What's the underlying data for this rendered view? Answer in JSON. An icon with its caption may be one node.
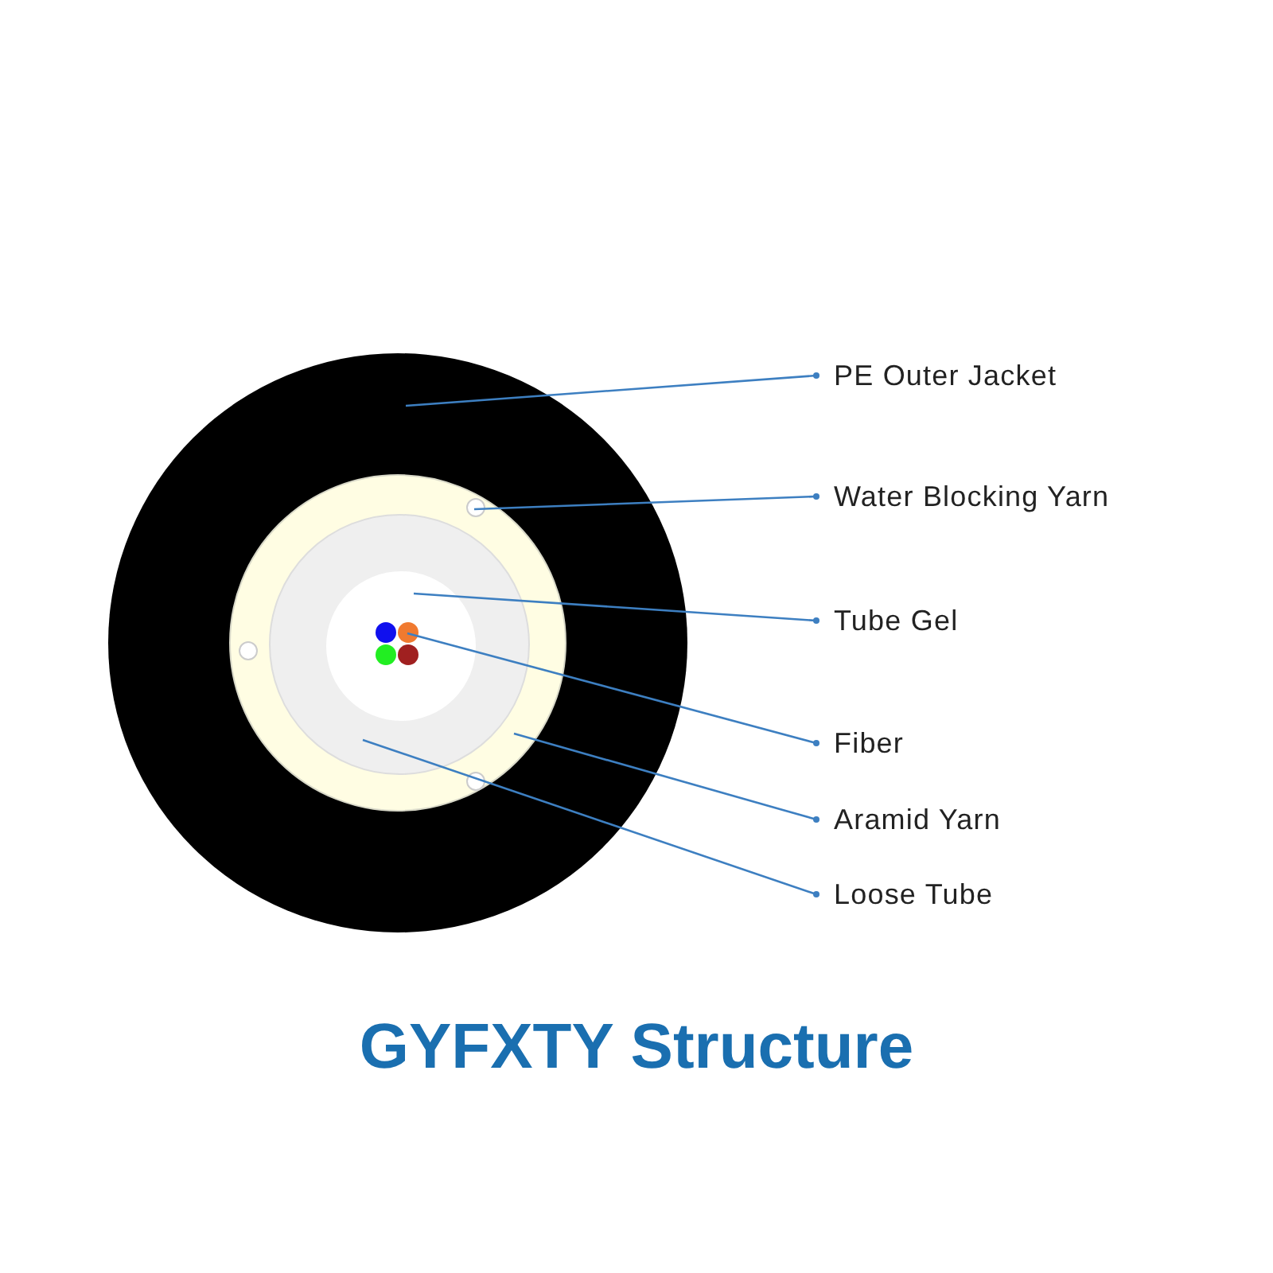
{
  "diagram": {
    "title": "GYFXTY Structure",
    "nodes": [
      {
        "text": [
          "PE Outer Jacket"
        ]
      },
      {
        "text": [
          "Water Blocking Yarn"
        ]
      },
      {
        "text": [
          "Tube Gel"
        ]
      },
      {
        "text": [
          "Fiber"
        ]
      },
      {
        "text": [
          "Aramid Yarn"
        ]
      },
      {
        "text": [
          "Loose Tube"
        ]
      },
      {
        "text": [],
        "shape": "circle"
      },
      {
        "text": [],
        "shape": "circle",
        "in": 6
      },
      {
        "text": [],
        "shape": "circle",
        "in": 7
      },
      {
        "text": [],
        "shape": "circle",
        "in": 7
      },
      {
        "text": [],
        "shape": "circle",
        "in": 7
      },
      {
        "text": [],
        "shape": "circle",
        "in": 7
      },
      {
        "text": [],
        "shape": "circle",
        "in": 11
      },
      {
        "text": [],
        "shape": "circle",
        "in": 12
      }
    ],
    "edges": [
      {
        "from": 0,
        "to": 6,
        "arrow": "other"
      },
      {
        "from": 1,
        "to": 8,
        "arrow": "other"
      },
      {
        "from": 2,
        "to": 12,
        "arrow": "other"
      },
      {
        "from": 3,
        "to": 13,
        "arrow": "other"
      },
      {
        "from": 4,
        "to": 7,
        "arrow": "other"
      },
      {
        "from": 5,
        "to": 11,
        "arrow": "other"
      }
    ]
  }
}
